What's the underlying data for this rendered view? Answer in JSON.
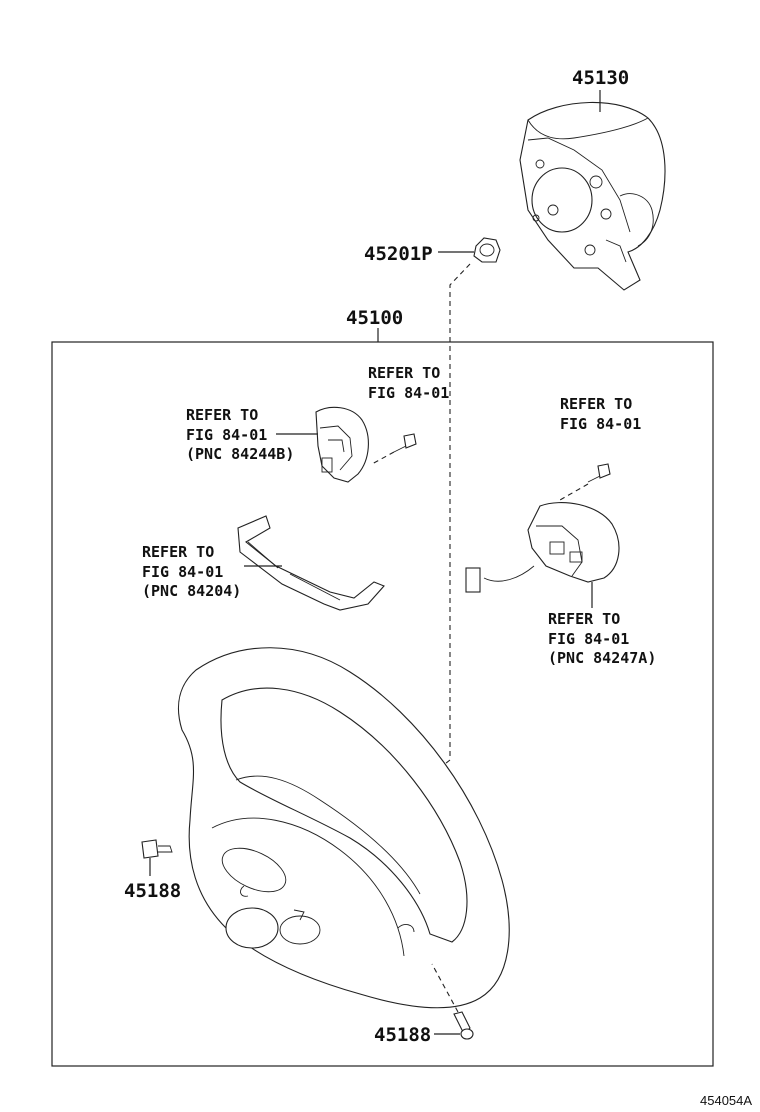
{
  "parts": {
    "p45130": "45130",
    "p45201p": "45201P",
    "p45100": "45100",
    "p45188_left": "45188",
    "p45188_bottom": "45188"
  },
  "refs": {
    "top_center": {
      "line1": "REFER TO",
      "line2": "FIG 84-01"
    },
    "upper_left": {
      "line1": "REFER TO",
      "line2": "FIG 84-01",
      "line3": "(PNC 84244B)"
    },
    "upper_right": {
      "line1": "REFER TO",
      "line2": "FIG 84-01"
    },
    "mid_left": {
      "line1": "REFER TO",
      "line2": "FIG 84-01",
      "line3": "(PNC 84204)"
    },
    "mid_right": {
      "line1": "REFER TO",
      "line2": "FIG 84-01",
      "line3": "(PNC 84247A)"
    }
  },
  "figure_code": "454054A"
}
